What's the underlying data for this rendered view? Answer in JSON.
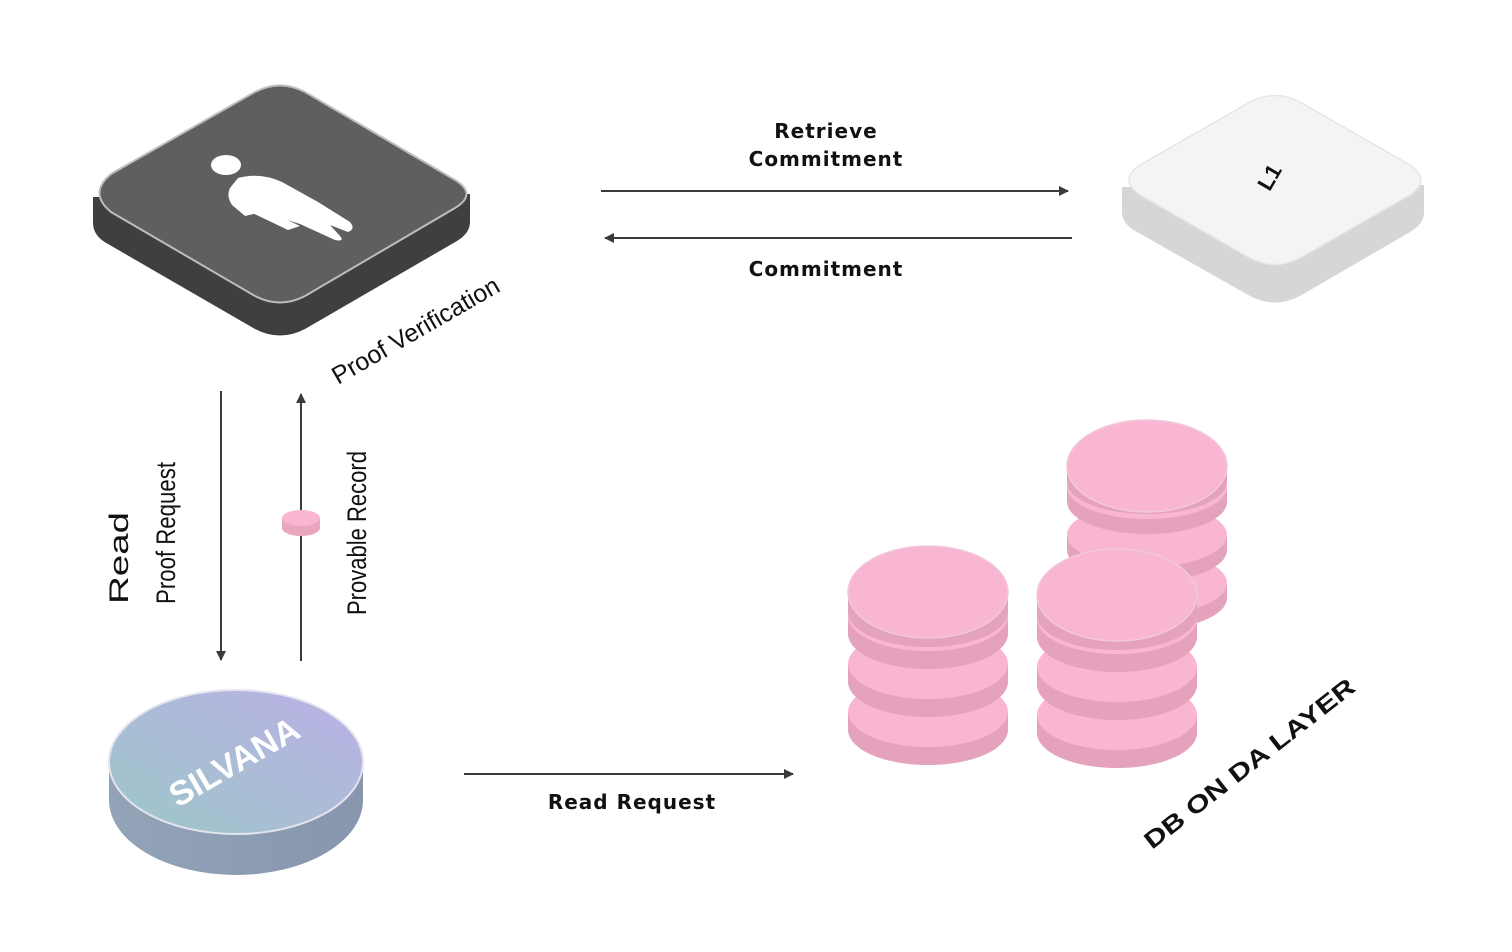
{
  "nodes": {
    "user": {
      "label": "Proof Verification",
      "icon": "person-icon"
    },
    "l1": {
      "label": "L1"
    },
    "silvana": {
      "label": "SILVANA"
    },
    "db": {
      "label": "DB ON DA LAYER"
    }
  },
  "edges": {
    "retrieve_line1": "Retrieve",
    "retrieve_line2": "Commitment",
    "commitment": "Commitment",
    "read_line1": "Read",
    "read_line2": "Proof Request",
    "provable_record": "Provable Record",
    "read_request": "Read Request"
  },
  "colors": {
    "user_tile": "#5f5f5f",
    "l1_tile": "#f4f4f4",
    "db_pink": "#f9b6d2",
    "silvana_gradient": [
      "#9fc3c9",
      "#b7b0e3"
    ],
    "arrow": "#3a3a3a"
  }
}
